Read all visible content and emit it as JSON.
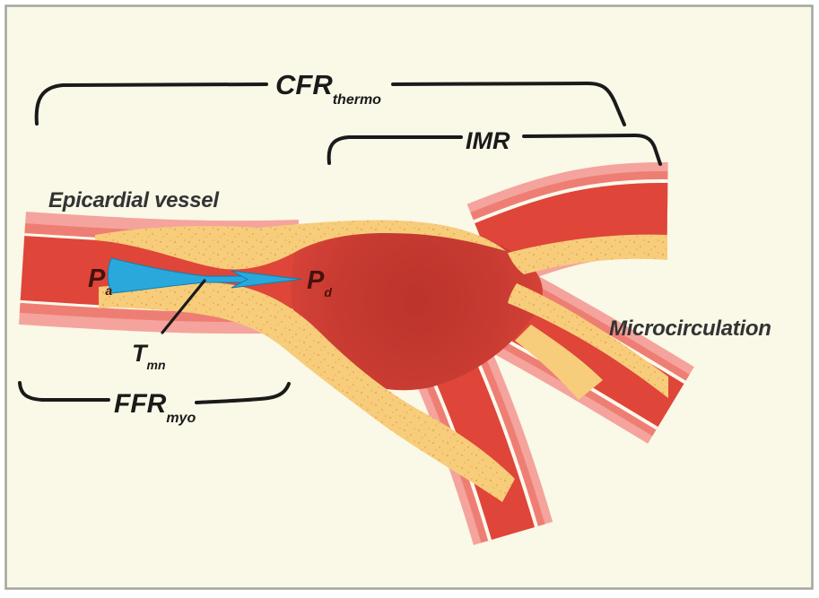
{
  "labels": {
    "cfr": {
      "main": "CFR",
      "sub": "thermo"
    },
    "imr": {
      "main": "IMR"
    },
    "ffr": {
      "main": "FFR",
      "sub": "myo"
    },
    "pa": {
      "main": "P",
      "sub": "a"
    },
    "pd": {
      "main": "P",
      "sub": "d"
    },
    "tmn": {
      "main": "T",
      "sub": "mn"
    },
    "epicardial_vessel": "Epicardial vessel",
    "microcirculation": "Microcirculation"
  },
  "colors": {
    "background": "#FAF8E7",
    "frame_border": "#A2A69F",
    "wall_outer_pink": "#F4A49C",
    "wall_salmon": "#EE7E74",
    "wall_inner_line": "#FCF9EC",
    "lumen_red": "#DF4539",
    "branch_red": "#DB4337",
    "plaque_yellow": "#F7CD7B",
    "plaque_speckle": "#E08E35",
    "wire_blue": "#29A8DC",
    "annotation_black": "#1A1A1A",
    "pressure_label_maroon": "#47120D",
    "vessel_label_gray": "#333333"
  }
}
